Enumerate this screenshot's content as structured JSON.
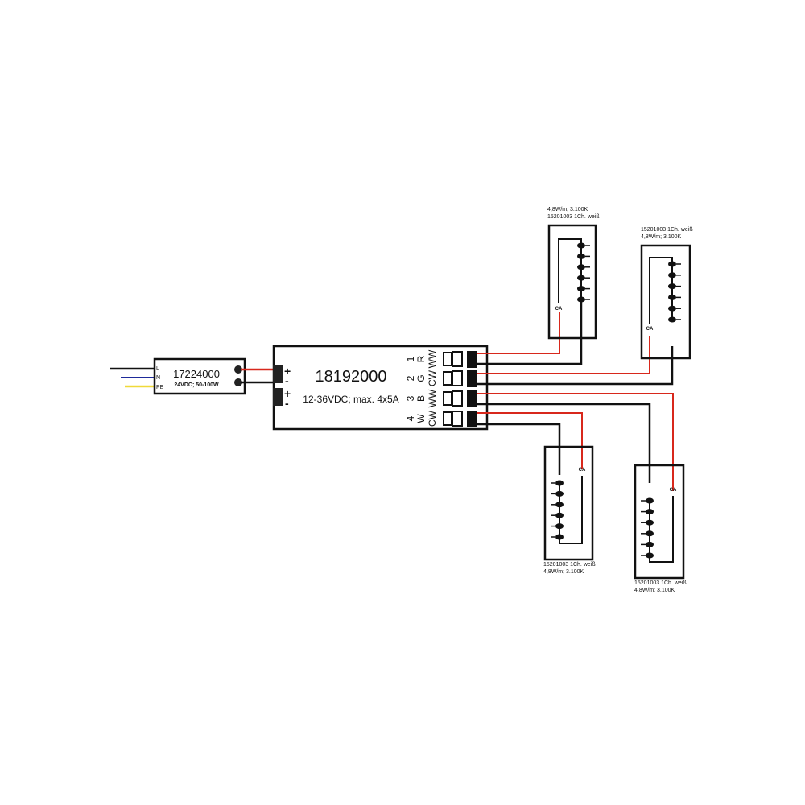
{
  "psu": {
    "model": "17224000",
    "spec": "24VDC; 50-100W",
    "inputs": [
      "L",
      "N",
      "PE"
    ]
  },
  "controller": {
    "model": "18192000",
    "spec": "12-36VDC; max. 4x5A",
    "input_polarity": [
      "+",
      "-",
      "+",
      "-"
    ],
    "channels": [
      {
        "num": "1",
        "rgbw": "R",
        "tw": "WW"
      },
      {
        "num": "2",
        "rgbw": "G",
        "tw": "CW"
      },
      {
        "num": "3",
        "rgbw": "B",
        "tw": "WW"
      },
      {
        "num": "4",
        "rgbw": "W",
        "tw": "CW"
      }
    ]
  },
  "strips": [
    {
      "line1": "4,8W/m; 3.100K",
      "line2": "15201003 1Ch. weiß",
      "ca": "CA"
    },
    {
      "line1": "15201003 1Ch. weiß",
      "line2": "4,8W/m; 3.100K",
      "ca": "CA"
    },
    {
      "line1": "15201003 1Ch. weiß",
      "line2": "4,8W/m; 3.100K",
      "ca": "CA"
    },
    {
      "line1": "15201003 1Ch. weiß",
      "line2": "4,8W/m; 3.100K",
      "ca": "CA"
    }
  ],
  "colors": {
    "positive": "#d8281c",
    "negative": "#111111",
    "neutral": "#1e2a9a",
    "earth": "#f0d93a"
  }
}
